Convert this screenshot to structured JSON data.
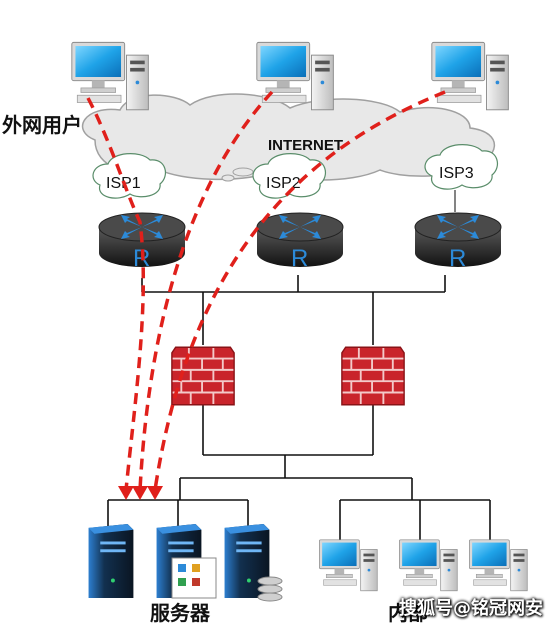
{
  "labels": {
    "external_users": "外网用户",
    "internet": "INTERNET",
    "isp1": "ISP1",
    "isp2": "ISP2",
    "isp3": "ISP3",
    "router_letter": "R",
    "servers": "服务器",
    "intranet": "内部",
    "watermark": "搜狐号@铭冠网安"
  },
  "colors": {
    "flow_arrow": "#e0201b",
    "router_blue": "#2c8ad8",
    "firewall_red": "#c9242b",
    "cloud": "#e6e6e6",
    "cloud_stroke": "#9a9a9a",
    "monitor_blue": "#1fa3e8",
    "server_dark": "#1e2a36"
  },
  "icons": [
    "desktop-computer-icon",
    "cloud-icon",
    "router-icon",
    "firewall-icon",
    "server-icon",
    "disk-stack-icon"
  ]
}
